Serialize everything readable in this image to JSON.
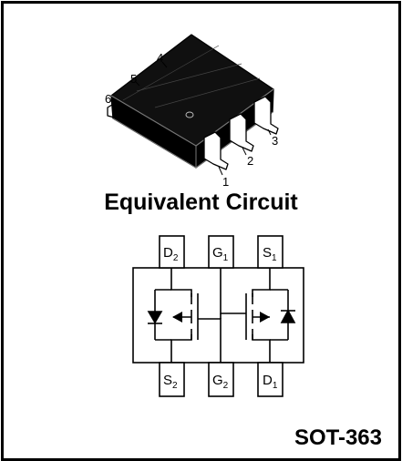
{
  "heading": "Equivalent Circuit",
  "package_name": "SOT-363",
  "package_pins": [
    "1",
    "2",
    "3",
    "4",
    "5",
    "6"
  ],
  "pins_top": [
    {
      "base": "D",
      "sub": "2"
    },
    {
      "base": "G",
      "sub": "1"
    },
    {
      "base": "S",
      "sub": "1"
    }
  ],
  "pins_bottom": [
    {
      "base": "S",
      "sub": "2"
    },
    {
      "base": "G",
      "sub": "2"
    },
    {
      "base": "D",
      "sub": "1"
    }
  ],
  "colors": {
    "ink": "#000000",
    "body": "#0a0a0a",
    "background": "#ffffff"
  }
}
